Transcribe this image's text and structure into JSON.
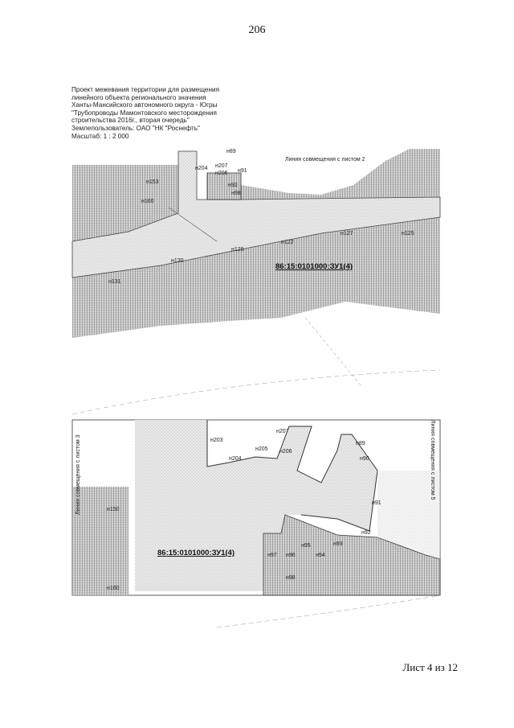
{
  "page_number": "206",
  "header_lines": [
    "Проект межевания территории для размещения",
    "линейного объекта регионального значения",
    "Ханты-Мансийского автономного округа - Югры",
    "\"Трубопроводы Мамонтовского месторождения",
    "строительства 2016г., вторая очередь\"",
    "Землепользователь: ОАО \"НК \"Роснефть\"",
    "Масштаб: 1 : 2 000"
  ],
  "top_map": {
    "match_line": "Линия совмещения с листом 2",
    "parcel": "86:15:0101000:ЗУ1(4)",
    "points": [
      "н204",
      "н207",
      "н206",
      "н91",
      "н92",
      "н98",
      "н153",
      "н160",
      "н127",
      "н125",
      "н122",
      "н129",
      "н130",
      "н131",
      "н89"
    ]
  },
  "bottom_map": {
    "match_left": "Линия совмещения с листом 3",
    "match_right": "Линия совмещения с листом 5",
    "parcel": "86:15:0101000:ЗУ1(4)",
    "points": [
      "н203",
      "н204",
      "н205",
      "н206",
      "н207",
      "н89",
      "н90",
      "н91",
      "н92",
      "н93",
      "н94",
      "н95",
      "н96",
      "н97",
      "н98",
      "н150",
      "н160"
    ]
  },
  "sheet_label": "Лист 4 из 12",
  "colors": {
    "hatch": "#9a9a9a",
    "stipple": "#c8c8c8",
    "line": "#333333"
  }
}
